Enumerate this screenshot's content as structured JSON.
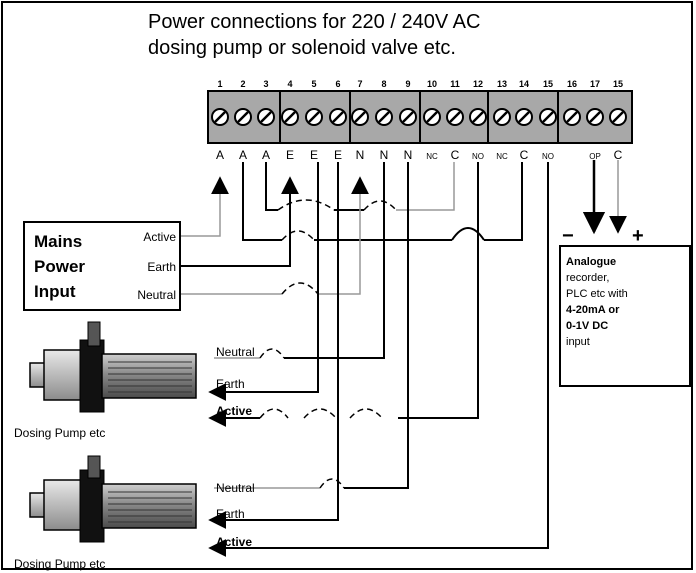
{
  "title": {
    "line1": "Power connections for 220 / 240V AC",
    "line2": "dosing pump or solenoid valve etc."
  },
  "terminals": {
    "numbers": [
      "1",
      "2",
      "3",
      "4",
      "5",
      "6",
      "7",
      "8",
      "9",
      "10",
      "11",
      "12",
      "13",
      "14",
      "15",
      "16",
      "17",
      "15"
    ],
    "labels": [
      "A",
      "A",
      "A",
      "E",
      "E",
      "E",
      "N",
      "N",
      "N",
      "NC",
      "C",
      "NO",
      "NC",
      "C",
      "NO",
      "",
      "OP",
      "C"
    ]
  },
  "mains_box": {
    "line1": "Mains",
    "line2": "Power",
    "line3": "Input",
    "active": "Active",
    "earth": "Earth",
    "neutral": "Neutral"
  },
  "pump1": {
    "neutral": "Neutral",
    "earth": "Earth",
    "active": "Active",
    "caption": "Dosing Pump etc"
  },
  "pump2": {
    "neutral": "Neutral",
    "earth": "Earth",
    "active": "Active",
    "caption": "Dosing Pump etc"
  },
  "analogue": {
    "minus": "−",
    "plus": "+",
    "line1": "Analogue",
    "line2": "recorder,",
    "line3": "PLC etc with",
    "line4": "4-20mA or",
    "line5": "0-1V DC",
    "line6": "input"
  }
}
